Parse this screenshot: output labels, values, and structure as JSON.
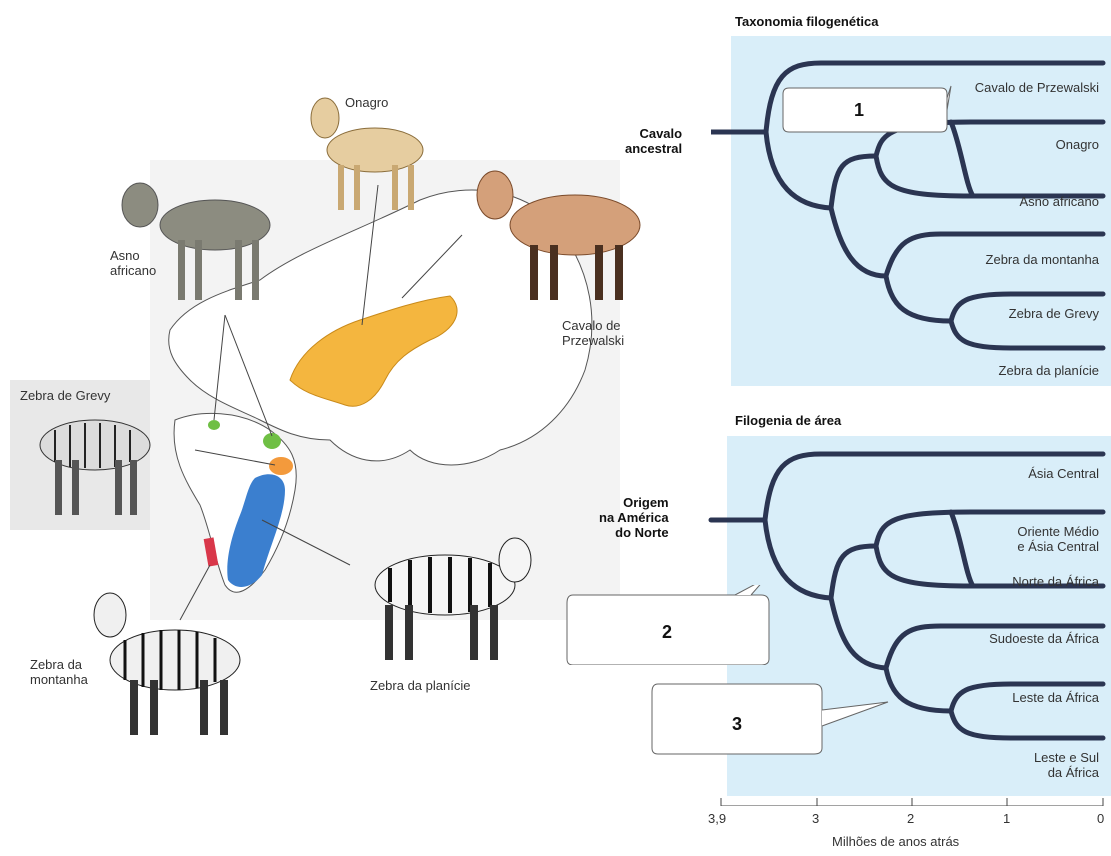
{
  "map": {
    "labels": {
      "onagro": "Onagro",
      "asno": "Asno\nafricano",
      "przewalski": "Cavalo de\nPrzewalski",
      "grevy": "Zebra de Grevy",
      "montanha": "Zebra da\nmontanha",
      "planicie": "Zebra da planície"
    }
  },
  "taxonomy": {
    "title": "Taxonomia filogenética",
    "root_label": "Cavalo\nancestral",
    "callout": "1",
    "tips": [
      "Cavalo de Przewalski",
      "Onagro",
      "Asno africano",
      "Zebra da montanha",
      "Zebra de Grevy",
      "Zebra da planície"
    ]
  },
  "area": {
    "title": "Filogenia de área",
    "root_label": "Origem\nna América\ndo Norte",
    "callouts": [
      "2",
      "3"
    ],
    "tips": [
      "Ásia Central",
      "Oriente Médio\ne Ásia Central",
      "Norte da África",
      "Sudoeste da África",
      "Leste da África",
      "Leste e Sul\nda África"
    ]
  },
  "axis": {
    "ticks": [
      "3,9",
      "3",
      "2",
      "1",
      "0"
    ],
    "label": "Milhões de anos atrás"
  },
  "colors": {
    "panel_bg": "#d9eef9",
    "branch": "#2b3552",
    "range_przewalski": "#f4b63f",
    "range_asno": "#6fbf44",
    "range_grevy": "#f39a3c",
    "range_planicie": "#3b7fcf",
    "range_montanha": "#d9374a"
  }
}
